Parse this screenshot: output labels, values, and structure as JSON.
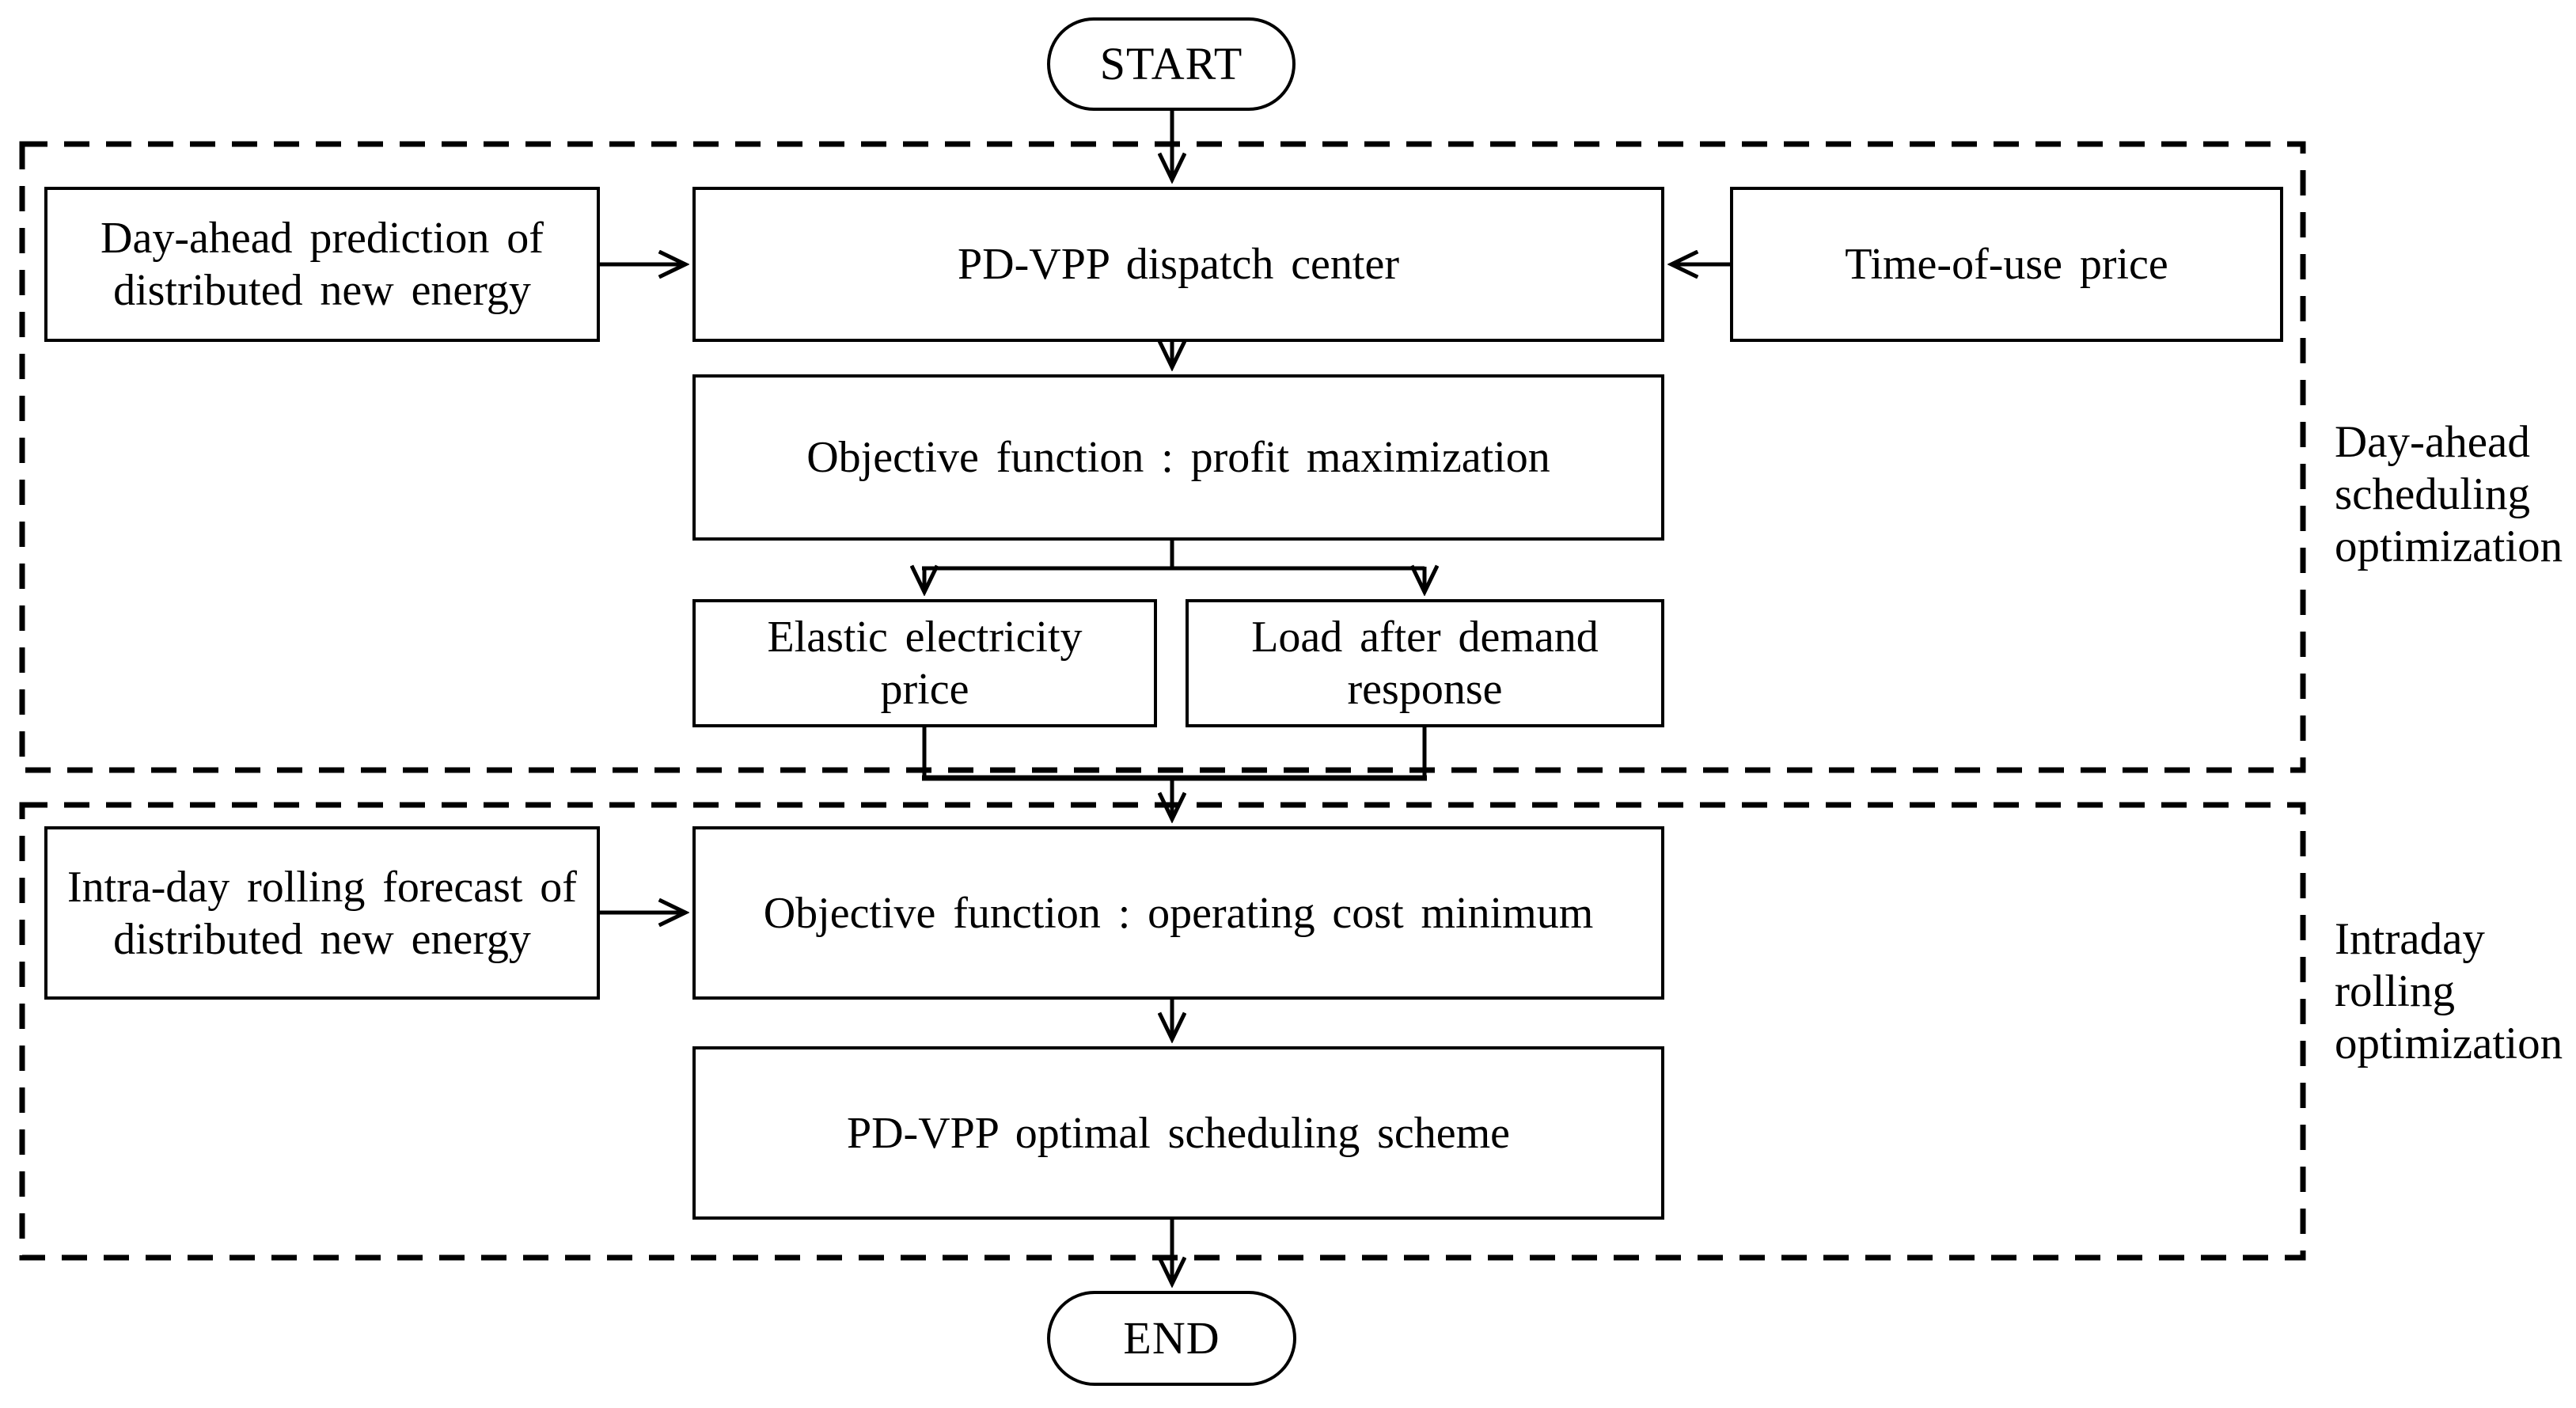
{
  "colors": {
    "ink": "#000000",
    "background": "#ffffff"
  },
  "diagram": {
    "terminals": {
      "start": "START",
      "end": "END"
    },
    "nodes": {
      "day_ahead_prediction": {
        "text": "Day-ahead prediction of\ndistributed new energy"
      },
      "dispatch_center": {
        "text": "PD-VPP dispatch center"
      },
      "time_of_use": {
        "text": "Time-of-use price"
      },
      "objective_profit": {
        "text": "Objective function : profit maximization"
      },
      "elastic_price": {
        "text": "Elastic electricity\nprice"
      },
      "load_after_dr": {
        "text": "Load after demand\nresponse"
      },
      "intraday_forecast": {
        "text": "Intra-day rolling forecast of\ndistributed new energy"
      },
      "objective_cost": {
        "text": "Objective function : operating cost minimum"
      },
      "optimal_scheme": {
        "text": "PD-VPP optimal scheduling scheme"
      }
    },
    "regions": {
      "day_ahead": {
        "label": "Day-ahead\nscheduling\noptimization"
      },
      "intraday": {
        "label": "Intraday\nrolling\noptimization"
      }
    }
  }
}
